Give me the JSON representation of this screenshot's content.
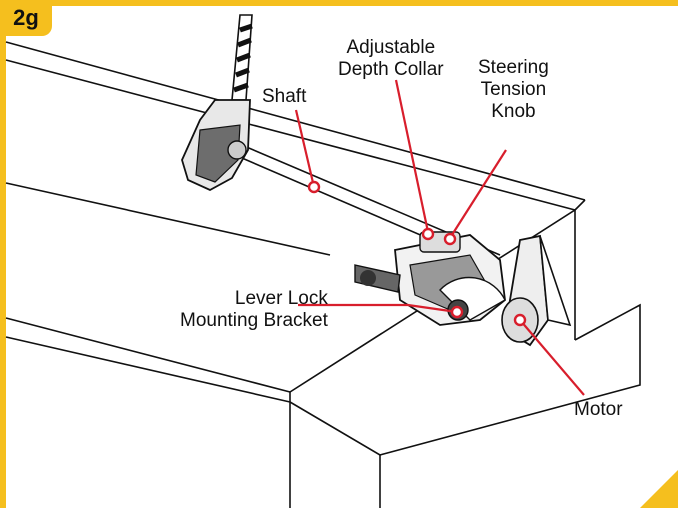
{
  "step": "2g",
  "colors": {
    "accent": "#f5bf1e",
    "leader": "#d81e2c",
    "ink": "#111111"
  },
  "labels": {
    "adjustable_depth_collar": [
      "Adjustable",
      "Depth Collar"
    ],
    "steering_tension_knob": [
      "Steering",
      "Tension",
      "Knob"
    ],
    "shaft": "Shaft",
    "lever_lock_mounting_bracket": [
      "Lever Lock",
      "Mounting Bracket"
    ],
    "motor": "Motor"
  }
}
